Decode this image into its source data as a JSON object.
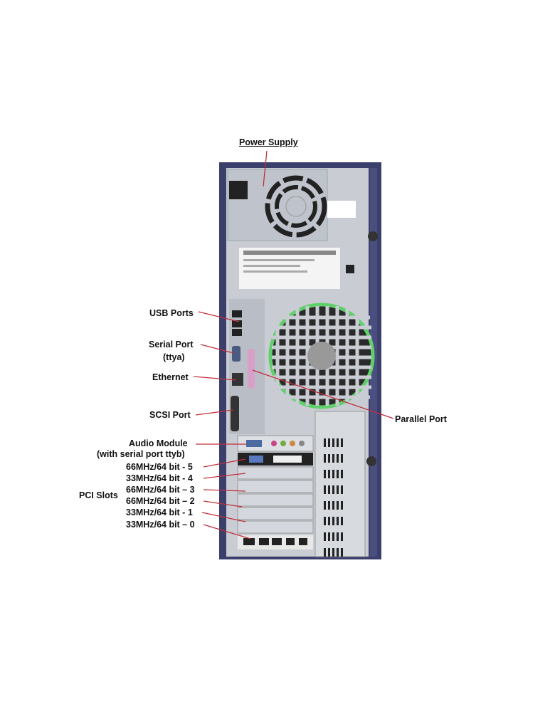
{
  "labels": {
    "power_supply": "Power Supply",
    "usb_ports": "USB Ports",
    "serial_port": "Serial Port",
    "serial_port_sub": "(ttya)",
    "ethernet": "Ethernet",
    "scsi_port": "SCSI Port",
    "parallel_port": "Parallel Port",
    "audio_module": "Audio Module",
    "audio_module_sub": "(with serial port ttyb)",
    "pci_slots": "PCI Slots",
    "pci": [
      "66MHz/64 bit -  5",
      "33MHz/64 bit -  4",
      "66MHz/64 bit – 3",
      "66MHz/64 bit – 2",
      "33MHz/64 bit -  1",
      "33MHz/64 bit – 0"
    ]
  },
  "colors": {
    "leader_line": "#c0303a",
    "chassis_frame": "#3b3f6b",
    "panel": "#c9ccd3",
    "fan_guard": "#5fcf6a"
  }
}
